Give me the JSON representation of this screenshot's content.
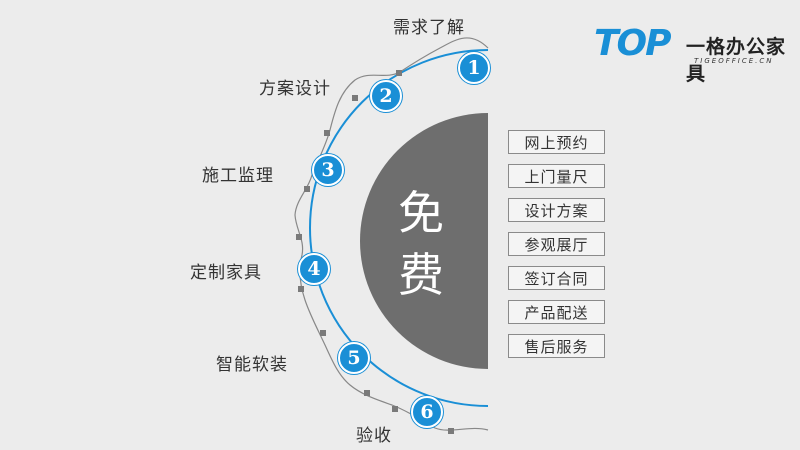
{
  "logo": {
    "brand": "TOP",
    "name_cn": "一格办公家具",
    "url": "TIGEOFFICE.CN"
  },
  "steps": [
    {
      "num": "1",
      "label": "需求了解"
    },
    {
      "num": "2",
      "label": "方案设计"
    },
    {
      "num": "3",
      "label": "施工监理"
    },
    {
      "num": "4",
      "label": "定制家具"
    },
    {
      "num": "5",
      "label": "智能软装"
    },
    {
      "num": "6",
      "label": "验收"
    }
  ],
  "center": {
    "char_1": "免",
    "char_2": "费"
  },
  "services": [
    "网上预约",
    "上门量尺",
    "设计方案",
    "参观展厅",
    "签订合同",
    "产品配送",
    "售后服务"
  ],
  "colors": {
    "accent": "#1a8fd6",
    "half_circle": "#6e6e6e",
    "background": "#ececec"
  }
}
